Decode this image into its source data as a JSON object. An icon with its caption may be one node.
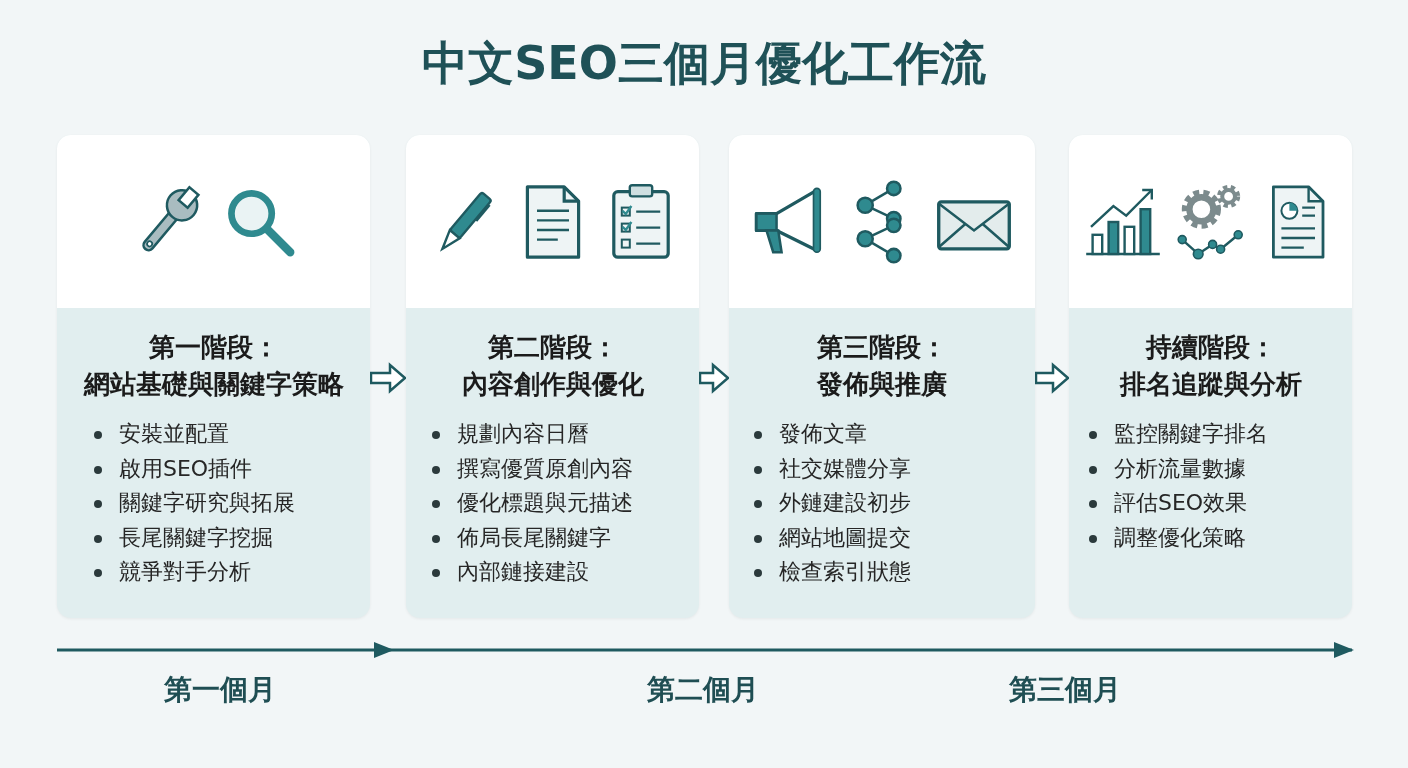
{
  "diagram": {
    "title": "中文SEO三個月優化工作流",
    "nodes": [
      {
        "text": [
          "第一階段：網站基礎與關鍵字策略",
          "安裝並配置",
          "啟用SEO插件",
          "關鍵字研究與拓展",
          "長尾關鍵字挖掘",
          "競爭對手分析"
        ]
      },
      {
        "text": [
          "第二階段：內容創作與優化",
          "規劃內容日曆",
          "撰寫優質原創內容",
          "優化標題與元描述",
          "佈局長尾關鍵字",
          "內部鏈接建設"
        ]
      },
      {
        "text": [
          "第三階段：發佈與推廣",
          "發佈文章",
          "社交媒體分享",
          "外鏈建設初步",
          "網站地圖提交",
          "檢查索引狀態"
        ]
      },
      {
        "text": [
          "持續階段：排名追蹤與分析",
          "監控關鍵字排名",
          "分析流量數據",
          "評估SEO效果",
          "調整優化策略"
        ]
      }
    ],
    "edges": [
      {
        "from": 0,
        "to": 1,
        "arrow": "to"
      },
      {
        "from": 1,
        "to": 2,
        "arrow": "to"
      },
      {
        "from": 2,
        "to": 3,
        "arrow": "to"
      }
    ],
    "labels": [
      "第一個月",
      "第二個月",
      "第三個月"
    ]
  }
}
